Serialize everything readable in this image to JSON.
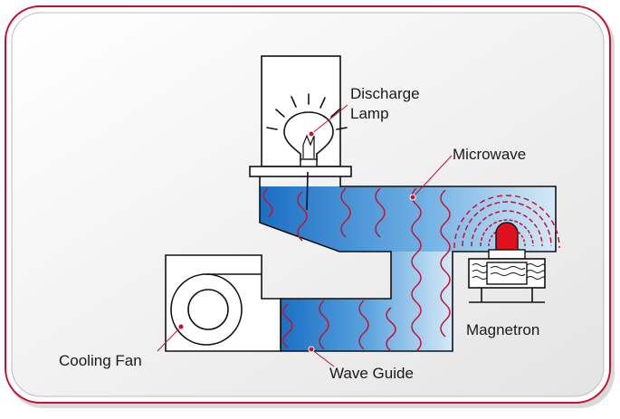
{
  "labels": {
    "discharge_lamp_line1": "Discharge",
    "discharge_lamp_line2": "Lamp",
    "microwave": "Microwave",
    "magnetron": "Magnetron",
    "cooling_fan": "Cooling Fan",
    "wave_guide": "Wave Guide"
  },
  "colors": {
    "frame_border": "#c8102e",
    "wave": "#c8102e",
    "magnetron_tube": "#e0101e",
    "guide_dark": "#1a6fc4",
    "guide_light": "#d6e9f7",
    "outline": "#111111"
  }
}
